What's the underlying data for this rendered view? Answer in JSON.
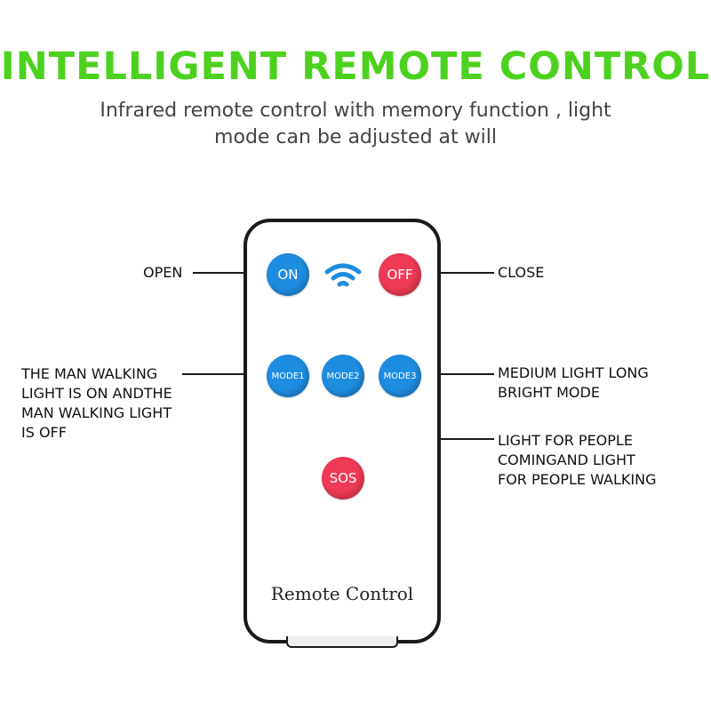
{
  "header": {
    "title": "INTELLIGENT REMOTE CONTROL",
    "subtitle_line1": "Infrared remote control with memory function , light",
    "subtitle_line2": "mode can be adjusted at will"
  },
  "remote": {
    "label": "Remote Control",
    "buttons": {
      "on": "ON",
      "off": "OFF",
      "mode1": "MODE1",
      "mode2": "MODE2",
      "mode3": "MODE3",
      "sos": "SOS"
    },
    "icons": {
      "signal": "wifi-signal-icon"
    }
  },
  "callouts": {
    "open": "OPEN",
    "close": "CLOSE",
    "mode1": [
      "THE MAN WALKING",
      "LIGHT IS ON ANDTHE",
      "MAN WALKING LIGHT",
      "IS OFF"
    ],
    "mode3": [
      "MEDIUM LIGHT LONG",
      "BRIGHT MODE"
    ],
    "mode2": [
      "LIGHT FOR PEOPLE",
      "COMINGAND LIGHT",
      "FOR PEOPLE WALKING"
    ]
  },
  "colors": {
    "title": "#4cd21e",
    "button_blue": "#1f8ddf",
    "button_red": "#ef3a55",
    "signal_icon": "#1f8ddf"
  }
}
